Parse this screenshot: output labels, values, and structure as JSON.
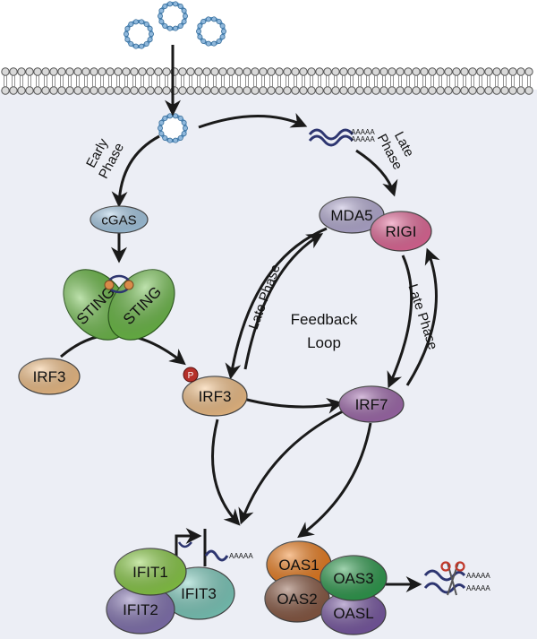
{
  "colors": {
    "cell_background": "#eceef5",
    "arrow": "#1a1a1a",
    "cgas": "#a9cde8",
    "sting": "#6fbf4a",
    "irf3": "#f7c48a",
    "mda5": "#b9b0d8",
    "rigi": "#e76a9b",
    "irf7": "#a36bb0",
    "ifit1": "#8ccf48",
    "ifit2": "#8575b5",
    "ifit3": "#7fcfc0",
    "oas1": "#f07f1e",
    "oas2": "#8b5a44",
    "oas3": "#2f9e4f",
    "oasl": "#7b5aa6",
    "phospho": "#b5302a",
    "virion_shell": "#5b9bd0",
    "rna": "#2d3570"
  },
  "icons": [
    "virion-icon",
    "membrane-icon",
    "viral-rna-icon",
    "scissors-icon",
    "transcription-start-icon",
    "phosphate-icon"
  ],
  "labels": {
    "early_phase_1": "Early",
    "early_phase_2": "Phase",
    "late_phase_top_1": "Late",
    "late_phase_top_2": "Phase",
    "late_phase_left": "Late Phase",
    "late_phase_right": "Late Phase",
    "feedback_1": "Feedback",
    "feedback_2": "Loop",
    "polya": "AAAAA",
    "phosphate": "P"
  },
  "nodes": {
    "cgas": "cGAS",
    "sting_left": "STING",
    "sting_right": "STING",
    "irf3_inactive": "IRF3",
    "irf3_active": "IRF3",
    "mda5": "MDA5",
    "rigi": "RIGI",
    "irf7": "IRF7",
    "ifit1": "IFIT1",
    "ifit2": "IFIT2",
    "ifit3": "IFIT3",
    "oas1": "OAS1",
    "oas2": "OAS2",
    "oas3": "OAS3",
    "oasl": "OASL"
  }
}
